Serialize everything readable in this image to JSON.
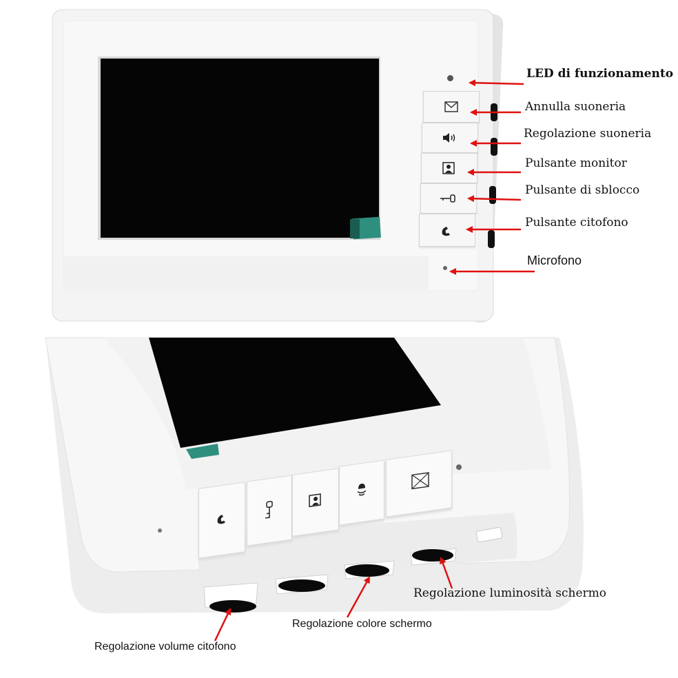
{
  "top_labels": {
    "led": "LED di funzionamento",
    "cancel_ring": "Annulla suoneria",
    "ring_adjust": "Regolazione suoneria",
    "monitor": "Pulsante monitor",
    "unlock": "Pulsante di sblocco",
    "intercom": "Pulsante citofono",
    "mic": "Microfono"
  },
  "bottom_labels": {
    "brightness": "Regolazione luminosità schermo",
    "color": "Regolazione colore schermo",
    "volume": "Regolazione volume citofono"
  },
  "icons": {
    "top_buttons": [
      "envelope-icon",
      "speaker-icon",
      "monitor-person-icon",
      "key-icon",
      "phone-icon"
    ],
    "bottom_buttons": [
      "phone-icon",
      "key-icon",
      "monitor-person-icon",
      "bell-icon",
      "envelope-icon"
    ]
  },
  "colors": {
    "arrow": "#e01010",
    "device_body": "#f3f3f3",
    "screen": "#050505",
    "screen_tab": "#2f8f7e"
  }
}
